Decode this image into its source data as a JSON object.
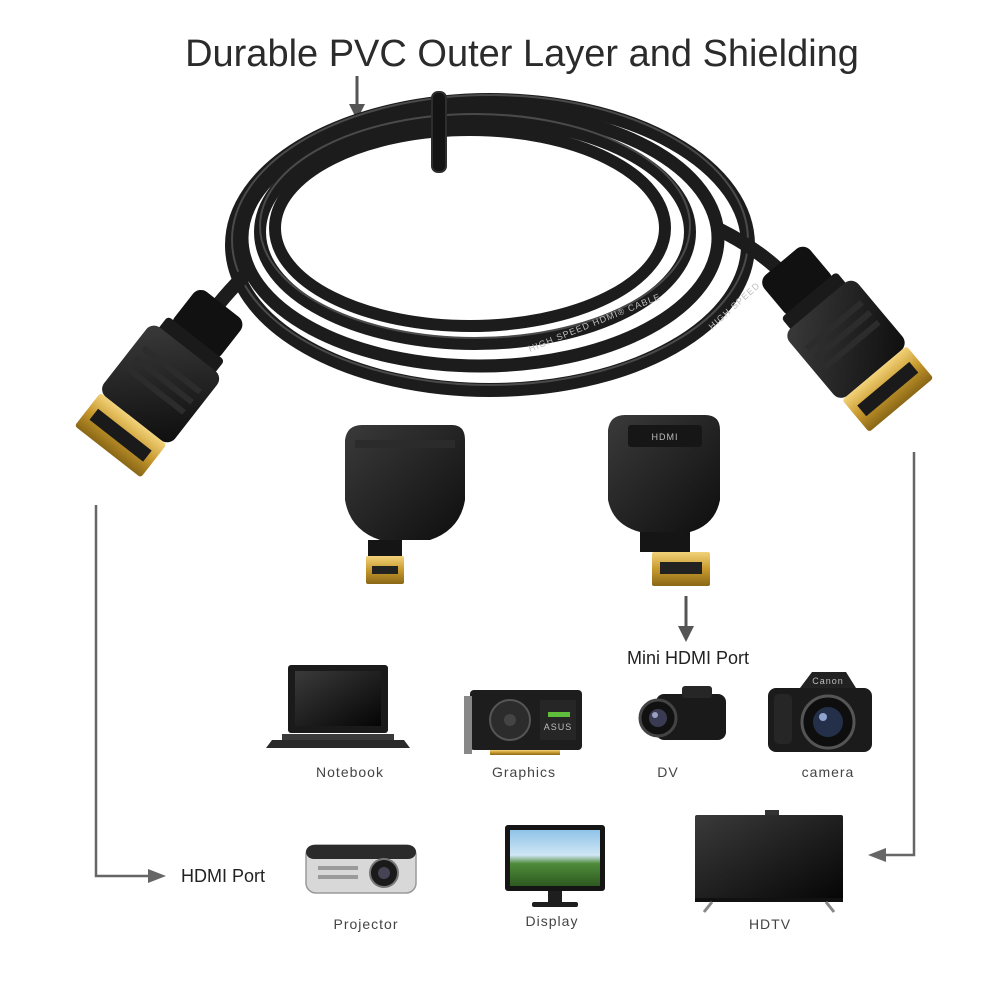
{
  "headline": "Durable PVC Outer Layer and Shielding",
  "cable_print": {
    "left": "HIGH SPEED HDMI® CABLE",
    "right": "HIGH SPEED"
  },
  "adapter_print": "HDMI",
  "ports": {
    "mini": "Mini HDMI Port",
    "standard": "HDMI Port"
  },
  "devices": {
    "notebook": "Notebook",
    "graphics": "Graphics",
    "dv": "DV",
    "camera": "camera",
    "projector": "Projector",
    "display": "Display",
    "hdtv": "HDTV"
  },
  "device_print": {
    "gpu_brand": "ASUS",
    "camera_brand": "Canon"
  },
  "colors": {
    "cable": "#1c1c1c",
    "connector_gold": "#d4a93a",
    "arrow": "#666666",
    "text": "#2b2b2b"
  }
}
